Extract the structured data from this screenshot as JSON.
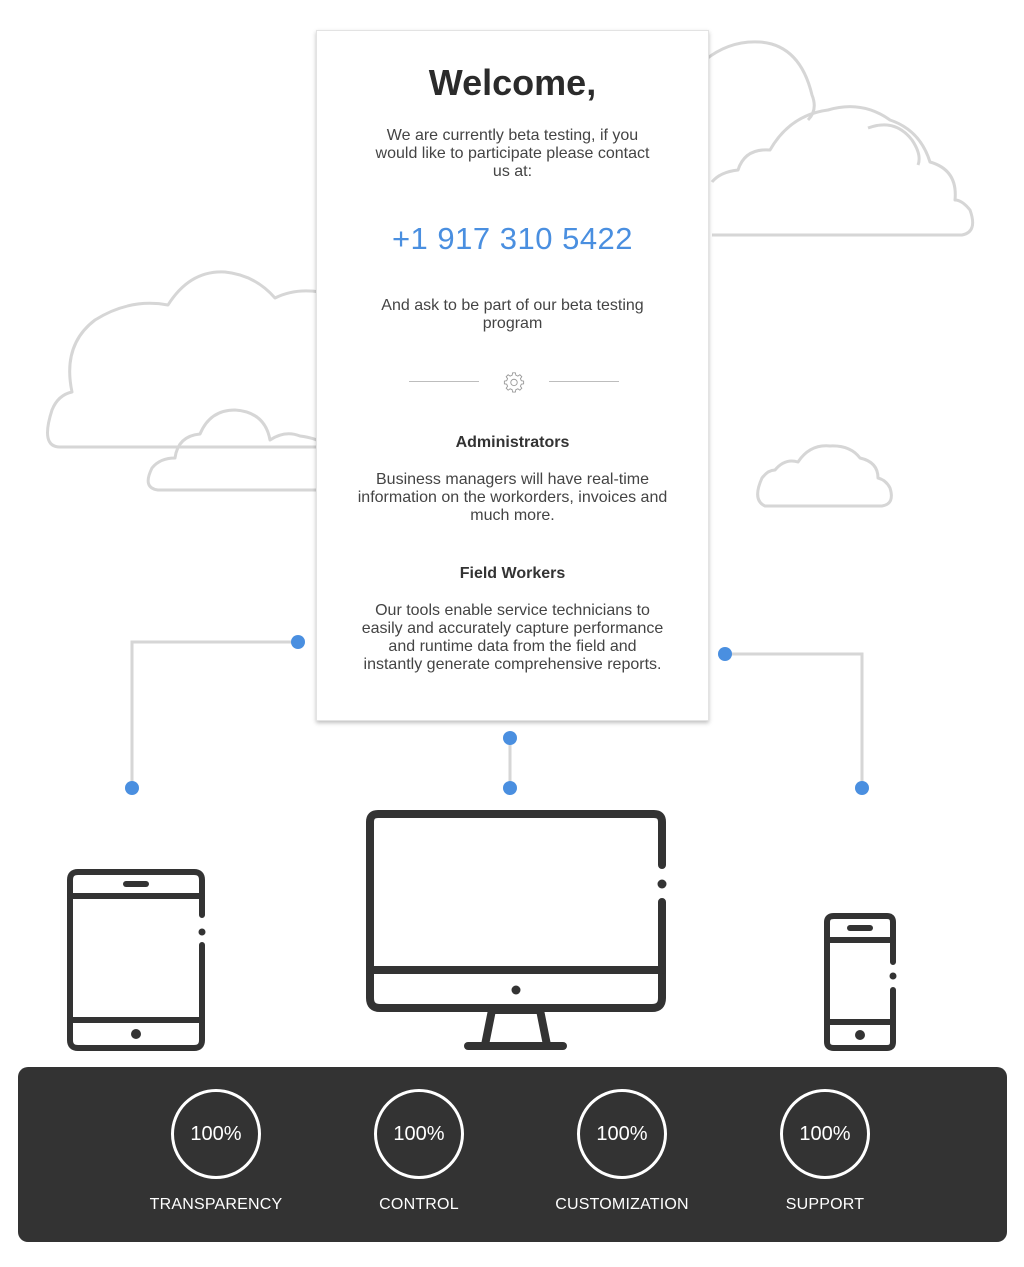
{
  "card": {
    "title": "Welcome,",
    "intro": "We are currently beta testing, if you would like to participate please contact us at:",
    "phone": "+1 917 310 5422",
    "ask": "And ask to be part of our beta testing program",
    "admin_heading": "Administrators",
    "admin_text": "Business managers will have real-time information on the workorders, invoices and much more.",
    "field_heading": "Field Workers",
    "field_text": "Our tools enable service technicians to easily and accurately capture performance and runtime data from the field and instantly generate comprehensive reports."
  },
  "icons": [
    "cloud-icon",
    "gear-icon",
    "tablet-icon",
    "desktop-icon",
    "phone-icon"
  ],
  "colors": {
    "accent": "#4a8fe0",
    "footer_bg": "#333333",
    "cloud_stroke": "#d6d6d6",
    "device_stroke": "#333333"
  },
  "stats": [
    {
      "value": "100%",
      "label": "TRANSPARENCY"
    },
    {
      "value": "100%",
      "label": "CONTROL"
    },
    {
      "value": "100%",
      "label": "CUSTOMIZATION"
    },
    {
      "value": "100%",
      "label": "SUPPORT"
    }
  ]
}
